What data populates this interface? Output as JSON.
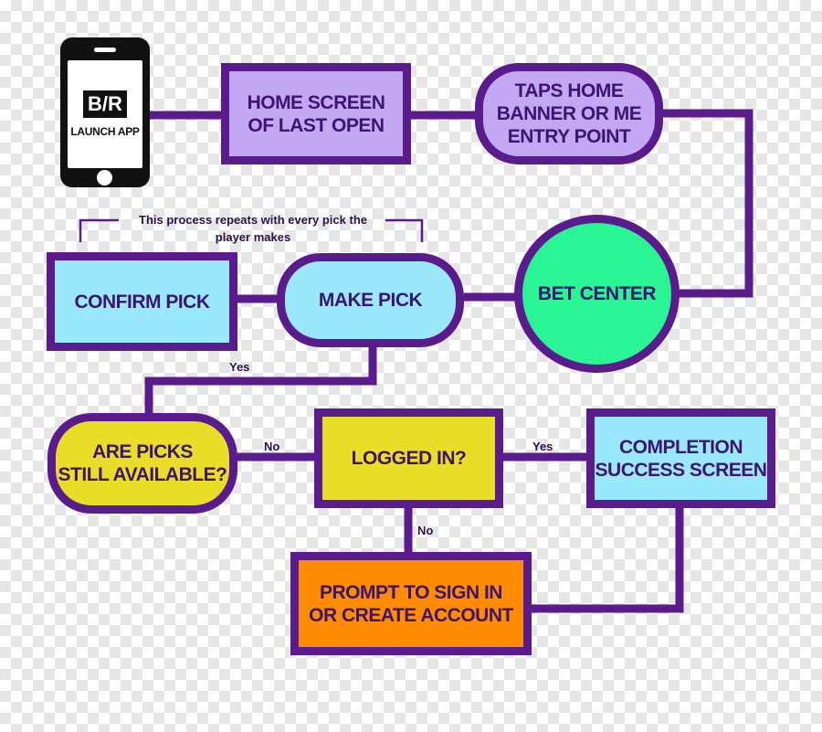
{
  "colors": {
    "border": "#5a1b8c",
    "lavender": "#c4a7f2",
    "sky": "#9ae9fb",
    "mint": "#2af595",
    "yellow": "#e9dd28",
    "orange": "#ff8c00",
    "text": "#3d1470"
  },
  "phone": {
    "logo": "B/R",
    "caption": "LAUNCH APP",
    "icon": "smartphone-icon"
  },
  "nodes": {
    "home_screen": {
      "line1": "HOME SCREEN",
      "line2": "OF LAST OPEN"
    },
    "taps_home": {
      "line1": "TAPS HOME",
      "line2": "BANNER OR ME",
      "line3": "ENTRY POINT"
    },
    "bet_center": {
      "line1": "BET CENTER"
    },
    "make_pick": {
      "line1": "MAKE PICK"
    },
    "confirm_pick": {
      "line1": "CONFIRM PICK"
    },
    "picks_available": {
      "line1": "ARE PICKS",
      "line2": "STILL AVAILABLE?"
    },
    "logged_in": {
      "line1": "LOGGED IN?"
    },
    "completion": {
      "line1": "COMPLETION",
      "line2": "SUCCESS SCREEN"
    },
    "prompt_sign_in": {
      "line1": "PROMPT TO SIGN IN",
      "line2": "OR CREATE ACCOUNT"
    }
  },
  "note": {
    "line1": "This process repeats with every pick the",
    "line2": "player makes"
  },
  "edge_labels": {
    "confirm_yes": "Yes",
    "available_no": "No",
    "logged_yes": "Yes",
    "logged_no": "No"
  }
}
